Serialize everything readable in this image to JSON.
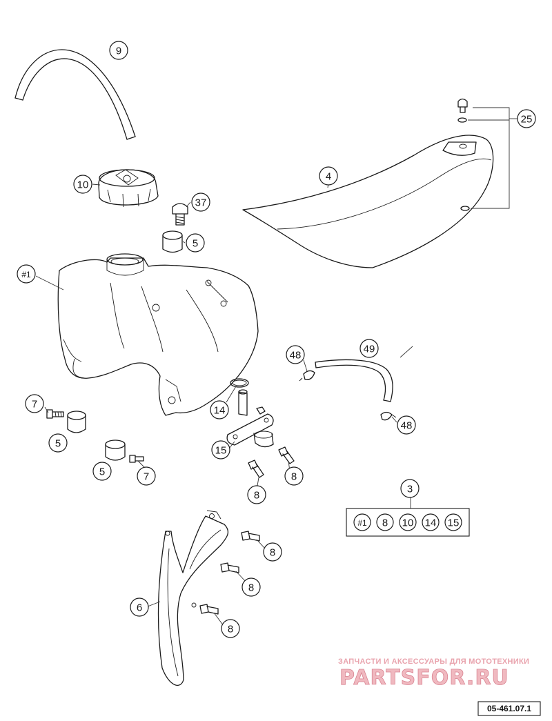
{
  "callouts": {
    "hose_9": "9",
    "cap_10": "10",
    "screw_37": "37",
    "spacer_5_top": "5",
    "seat_4": "4",
    "kit_25": "25",
    "tank_1": "#1",
    "screw_7_left": "7",
    "spacer_5_left": "5",
    "spacer_5_mid": "5",
    "screw_7_mid": "7",
    "oring_14": "14",
    "tap_15": "15",
    "clamp_48_top": "48",
    "hose_49": "49",
    "clamp_48_bottom": "48",
    "screw_8_a": "8",
    "screw_8_b": "8",
    "kit_3": "3",
    "shroud_6": "6",
    "screw_8_c": "8",
    "screw_8_d": "8",
    "screw_8_e": "8"
  },
  "kit_box": {
    "items": [
      "#1",
      "8",
      "10",
      "14",
      "15"
    ]
  },
  "watermark": {
    "top_text": "ЗАПЧАСТИ И АКСЕССУАРЫ ДЛЯ МОТОТЕХНИКИ",
    "logo_text": "PARTSFOR.RU"
  },
  "drawing_code": "05-461.07.1"
}
